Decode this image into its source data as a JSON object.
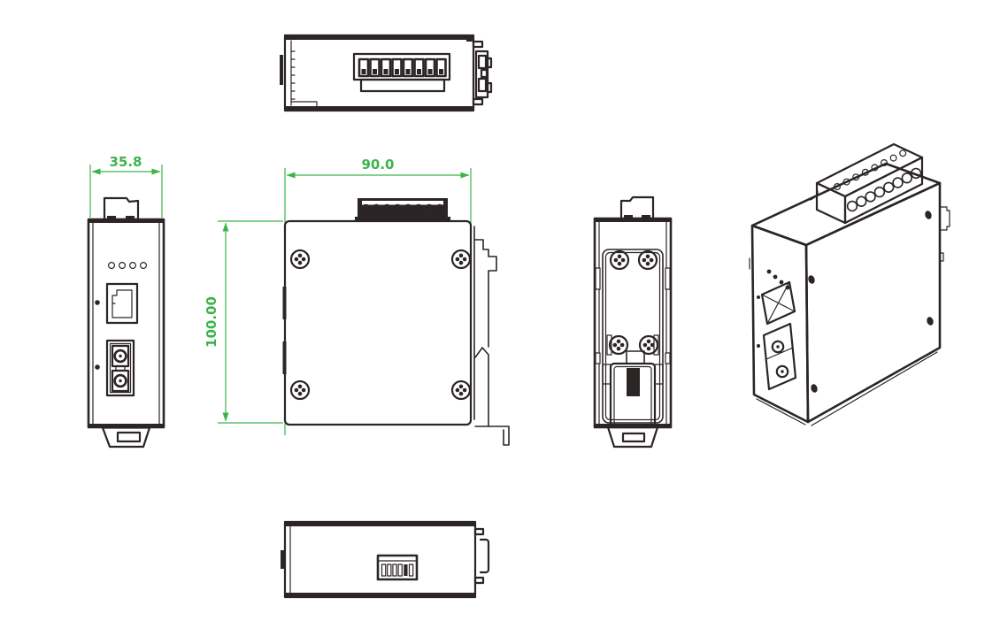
{
  "colors": {
    "background": "#ffffff",
    "line": "#2b2526",
    "dimension_green": "#3cb44a"
  },
  "dimension_labels": {
    "side_width": "35.8",
    "front_width": "90.0",
    "front_height": "100.00"
  },
  "figure": {
    "type": "mechanical-dimension-drawing",
    "views": [
      "top",
      "left-side",
      "front",
      "rear",
      "isometric",
      "bottom"
    ],
    "features": {
      "led_count": 4,
      "terminal_pin_count": 8,
      "dip_switch_count": 6,
      "front_corner_screws": 4,
      "rear_panel_screws": 4,
      "ports": [
        "rj45",
        "sc-duplex-fiber"
      ],
      "mount": "din-rail-clip"
    }
  }
}
